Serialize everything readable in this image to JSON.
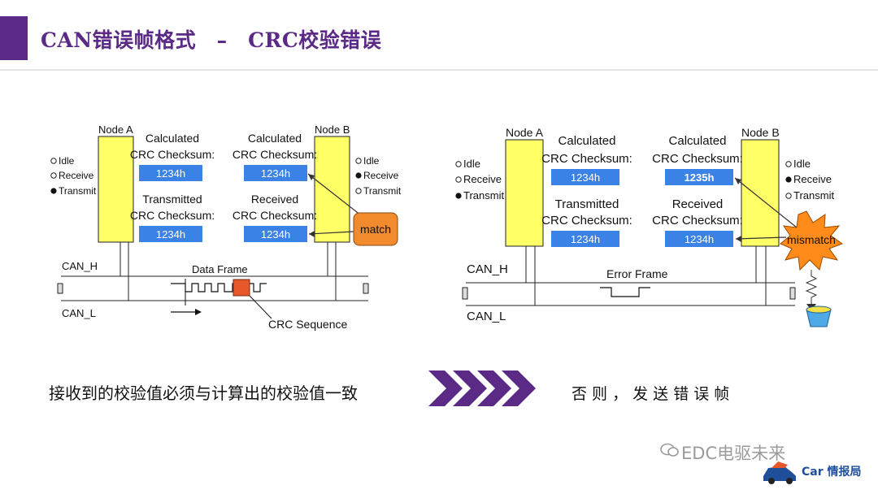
{
  "header": {
    "title": "CAN错误帧格式　–　CRC校验错误"
  },
  "left_diagram": {
    "node_a_label": "Node A",
    "node_b_label": "Node B",
    "a_states": [
      "Idle",
      "Receive",
      "Transmit"
    ],
    "a_selected": "Transmit",
    "b_states": [
      "Idle",
      "Receive",
      "Transmit"
    ],
    "b_selected": "Receive",
    "calc_label_a": [
      "Calculated",
      "CRC Checksum:"
    ],
    "calc_value_a": "1234h",
    "trans_label_a": [
      "Transmitted",
      "CRC Checksum:"
    ],
    "trans_value_a": "1234h",
    "calc_label_b": [
      "Calculated",
      "CRC Checksum:"
    ],
    "calc_value_b": "1234h",
    "recv_label_b": [
      "Received",
      "CRC Checksum:"
    ],
    "recv_value_b": "1234h",
    "result": "match",
    "can_h": "CAN_H",
    "can_l": "CAN_L",
    "frame_label": "Data Frame",
    "sequence_label": "CRC Sequence"
  },
  "right_diagram": {
    "node_a_label": "Node A",
    "node_b_label": "Node B",
    "a_states": [
      "Idle",
      "Receive",
      "Transmit"
    ],
    "a_selected": "Transmit",
    "b_states": [
      "Idle",
      "Receive",
      "Transmit"
    ],
    "b_selected": "Receive",
    "calc_label_a": [
      "Calculated",
      "CRC Checksum:"
    ],
    "calc_value_a": "1234h",
    "trans_label_a": [
      "Transmitted",
      "CRC Checksum:"
    ],
    "trans_value_a": "1234h",
    "calc_label_b": [
      "Calculated",
      "CRC Checksum:"
    ],
    "calc_value_b": "1235h",
    "recv_label_b": [
      "Received",
      "CRC Checksum:"
    ],
    "recv_value_b": "1234h",
    "result": "mismatch",
    "can_h": "CAN_H",
    "can_l": "CAN_L",
    "frame_label": "Error Frame"
  },
  "footer": {
    "rule_text": "接收到的校验值必须与计算出的校验值一致",
    "else_text": "否 则 ， 发 送 错 误 帧"
  },
  "watermark": {
    "text": "EDC电驱未来"
  },
  "brand": {
    "name_en": "Car",
    "name_cn": "情报局"
  },
  "colors": {
    "accent": "#5a2a86",
    "node_fill": "#ffff66",
    "value_box": "#3b82e6",
    "match_fill": "#f28a2e",
    "mismatch_fill": "#ff8c1a",
    "crc_highlight": "#e8572a"
  }
}
